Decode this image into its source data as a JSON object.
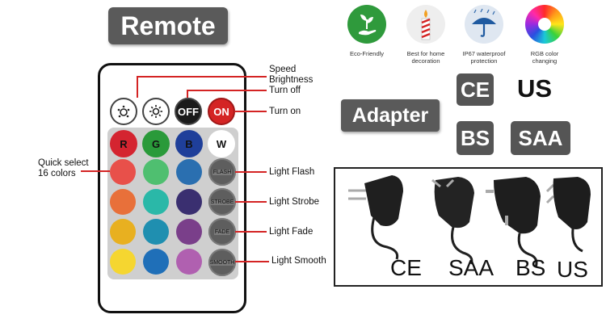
{
  "remote": {
    "title": "Remote",
    "buttons": {
      "off": "OFF",
      "on": "ON",
      "r": "R",
      "g": "G",
      "b": "B",
      "w": "W",
      "flash": "FLASH",
      "strobe": "STROBE",
      "fade": "FADE",
      "smooth": "SMOOTH"
    },
    "color_grid": [
      "#e8504a",
      "#4fbf70",
      "#2a6fb0",
      "#e8703a",
      "#2ab8a8",
      "#3a2f70",
      "#e8b020",
      "#1f8fb0",
      "#7a3f8a",
      "#f5d630",
      "#1f6fb8",
      "#b060b0"
    ],
    "labels": {
      "speed": "Speed",
      "brightness": "Brightness",
      "turn_off": "Turn off",
      "turn_on": "Turn on",
      "quick_select_1": "Quick select",
      "quick_select_2": "16 colors",
      "light_flash": "Light Flash",
      "light_strobe": "Light Strobe",
      "light_fade": "Light Fade",
      "light_smooth": "Light Smooth"
    }
  },
  "features": [
    {
      "icon": "leaf-hand-icon",
      "color": "#2f9a3c",
      "caption_1": "Eco-Friendly",
      "caption_2": ""
    },
    {
      "icon": "candle-icon",
      "color": "#f0f0f0",
      "caption_1": "Best for home",
      "caption_2": "decoration"
    },
    {
      "icon": "umbrella-rain-icon",
      "color": "#e0e8f2",
      "caption_1": "IP67 waterproof",
      "caption_2": "protection"
    },
    {
      "icon": "color-wheel-icon",
      "color": "#ffffff",
      "caption_1": "RGB color",
      "caption_2": "changing"
    }
  ],
  "adapter": {
    "title": "Adapter",
    "codes": [
      "CE",
      "US",
      "BS",
      "SAA"
    ],
    "plug_labels": [
      "CE",
      "SAA",
      "BS",
      "US"
    ]
  }
}
